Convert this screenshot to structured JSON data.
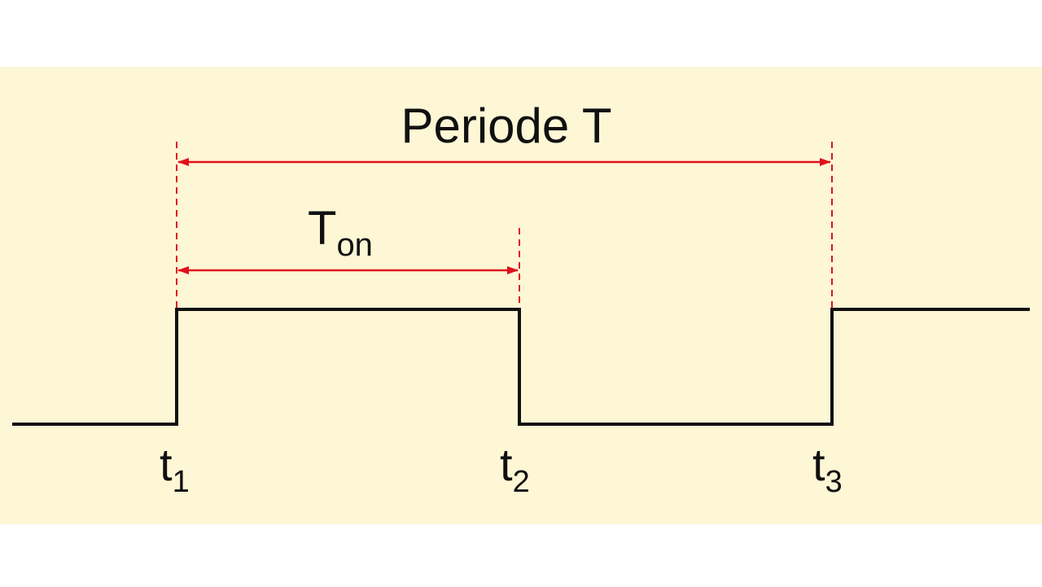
{
  "diagram": {
    "title": "Periode T",
    "ton": {
      "main": "T",
      "sub": "on"
    },
    "ticks": [
      {
        "main": "t",
        "sub": "1"
      },
      {
        "main": "t",
        "sub": "2"
      },
      {
        "main": "t",
        "sub": "3"
      }
    ]
  },
  "colors": {
    "panel_bg": "#fdf7d6",
    "signal": "#111111",
    "annotation": "#e0101b"
  }
}
